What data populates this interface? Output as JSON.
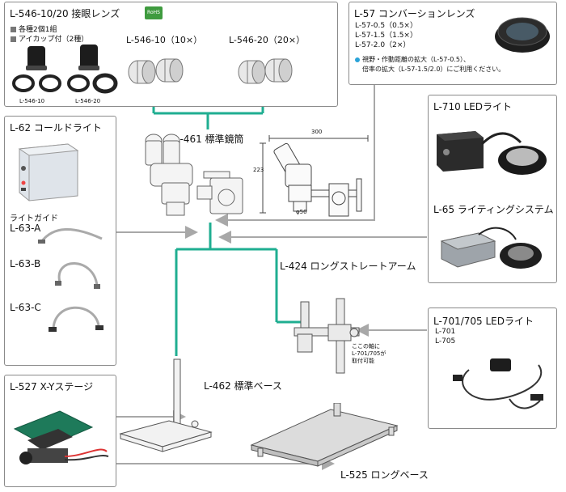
{
  "eyepieces": {
    "title": "L-546-10/20 接眼レンズ",
    "badge": "RoHS",
    "bullet1": "各種2個1組",
    "bullet2": "アイカップ付（2種）",
    "label_10": "L-546-10",
    "label_20": "L-546-20",
    "caption_10": "L-546-10（10×）",
    "caption_20": "L-546-20（20×）"
  },
  "converter": {
    "title": "L-57 コンバーションレンズ",
    "items": [
      "L-57-0.5（0.5×）",
      "L-57-1.5（1.5×）",
      "L-57-2.0（2×）"
    ],
    "note_line1": "視野・作動距離の拡大（L-57-0.5）、",
    "note_line2": "倍率の拡大（L-57-1.5/2.0）にご利用ください。"
  },
  "coldlight": {
    "title": "L-62 コールドライト",
    "guide_title": "ライトガイド",
    "guides": [
      "L-63-A",
      "L-63-B",
      "L-63-C"
    ]
  },
  "body": {
    "title": "L-461 標準鏡筒",
    "dim_width": "300",
    "dim_height": "223",
    "dim_diameter": "φ50"
  },
  "led710": {
    "title": "L-710 LEDライト",
    "lighting_title": "L-65 ライティングシステム"
  },
  "arm": {
    "title": "L-424 ロングストレートアーム",
    "note_line1": "ここの軸に",
    "note_line2": "L-701/705が",
    "note_line3": "取付可能"
  },
  "led701": {
    "title": "L-701/705 LEDライト",
    "items": [
      "L-701",
      "L-705"
    ]
  },
  "stage": {
    "title": "L-527 X-Yステージ"
  },
  "base462": {
    "title": "L-462 標準ベース"
  },
  "base525": {
    "title": "L-525 ロングベース"
  },
  "colors": {
    "teal": "#1fae91",
    "gray_arrow": "#a8a8a8",
    "border": "#8a8a8a",
    "accent": "#2aa3d8"
  }
}
